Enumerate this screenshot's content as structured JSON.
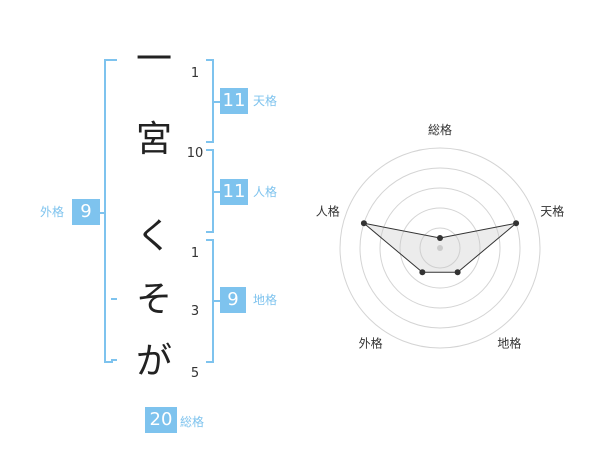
{
  "name_chars": [
    "一",
    "宮",
    "く",
    "そ",
    "が"
  ],
  "strokes": [
    "1",
    "10",
    "1",
    "3",
    "5"
  ],
  "kakusu": {
    "tenkaku": {
      "value": "11",
      "label": "天格"
    },
    "jinkaku": {
      "value": "11",
      "label": "人格"
    },
    "chikaku": {
      "value": "9",
      "label": "地格"
    },
    "gaikaku": {
      "value": "9",
      "label": "外格"
    },
    "soukaku": {
      "value": "20",
      "label": "総格"
    }
  },
  "colors": {
    "accent": "#7ec3ee",
    "text": "#222222"
  },
  "chart_data": {
    "type": "radar",
    "axes": [
      "総格",
      "天格",
      "地格",
      "外格",
      "人格"
    ],
    "values": [
      0.5,
      4,
      1.5,
      1.5,
      4
    ],
    "range": [
      0,
      5
    ],
    "rings": 5
  }
}
